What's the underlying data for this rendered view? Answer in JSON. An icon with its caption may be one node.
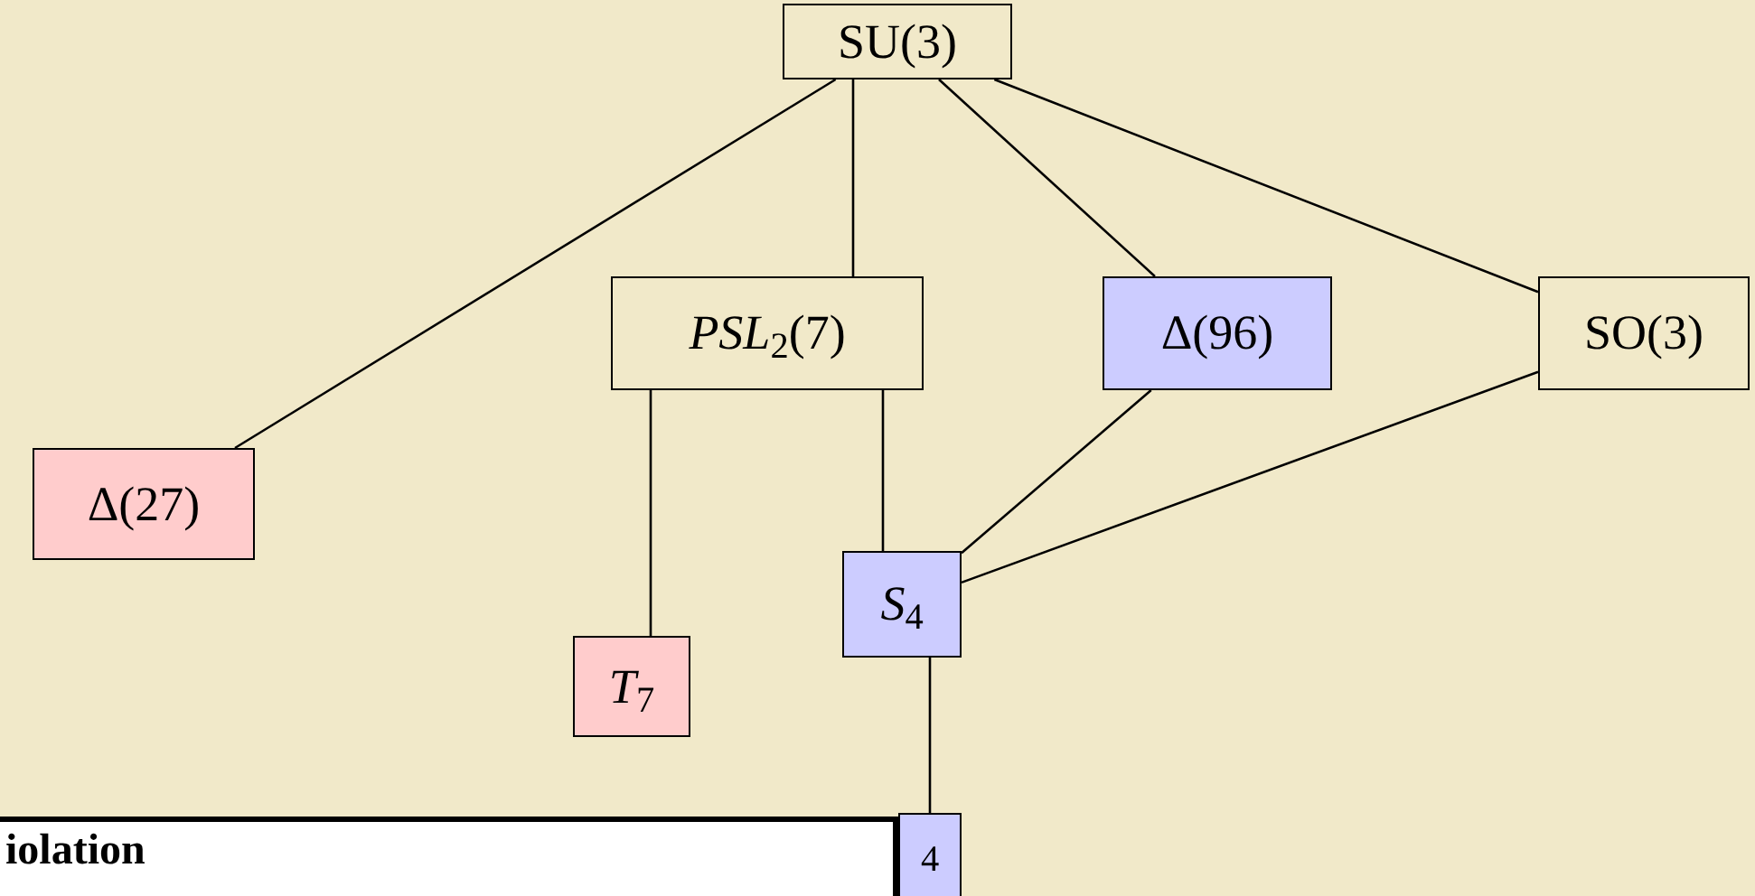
{
  "diagram": {
    "nodes": [
      {
        "text": [
          "SU(3)"
        ]
      },
      {
        "text": [
          "*PSL*$_{2}$(7)"
        ]
      },
      {
        "text": [
          "Δ(96)"
        ]
      },
      {
        "text": [
          "SO(3)"
        ]
      },
      {
        "text": [
          "Δ(27)"
        ]
      },
      {
        "text": [
          "*S*$_{4}$"
        ]
      },
      {
        "text": [
          "*T*$_{7}$"
        ]
      },
      {
        "text": [
          "$_{4}$"
        ]
      },
      {
        "text": [
          "iolation"
        ]
      }
    ],
    "edges": [
      {
        "from": 0,
        "to": 4,
        "arrow": "none"
      },
      {
        "from": 0,
        "to": 1,
        "arrow": "none"
      },
      {
        "from": 0,
        "to": 2,
        "arrow": "none"
      },
      {
        "from": 0,
        "to": 3,
        "arrow": "none"
      },
      {
        "from": 1,
        "to": 6,
        "arrow": "none"
      },
      {
        "from": 1,
        "to": 5,
        "arrow": "none"
      },
      {
        "from": 2,
        "to": 5,
        "arrow": "none"
      },
      {
        "from": 3,
        "to": 5,
        "arrow": "none"
      },
      {
        "from": 5,
        "to": 7,
        "arrow": "none"
      }
    ]
  }
}
